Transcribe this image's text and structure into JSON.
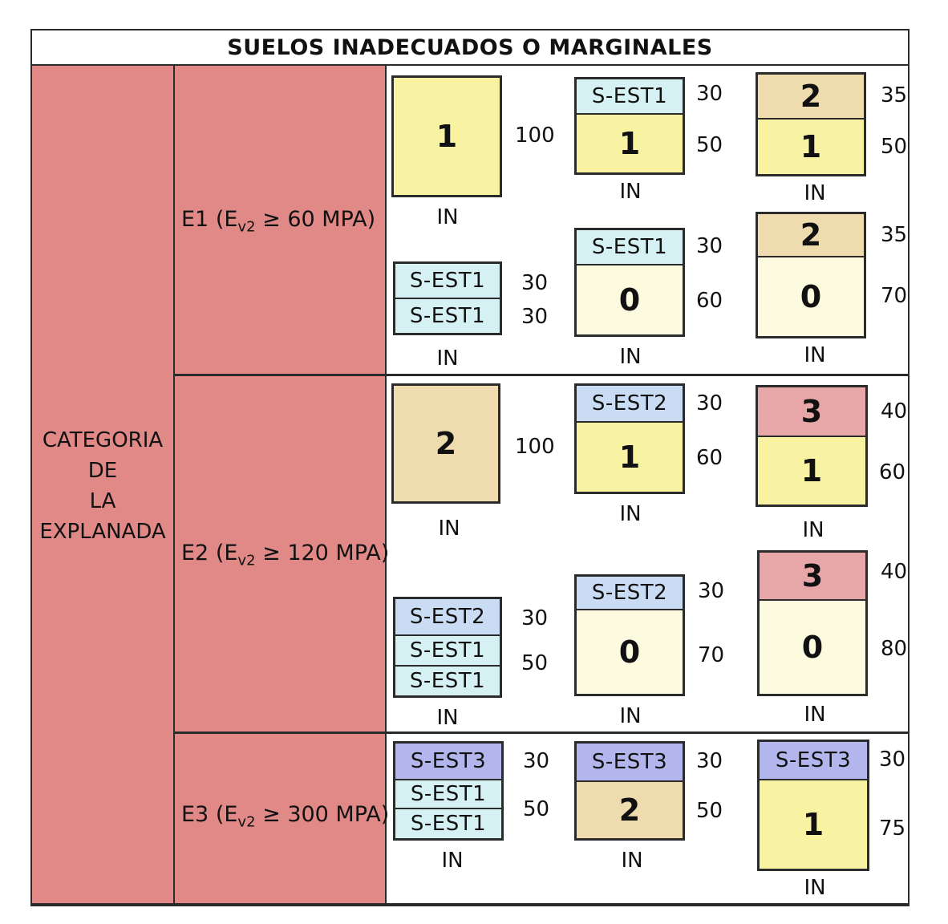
{
  "title": "SUELOS INADECUADOS O MARGINALES",
  "category_label": [
    "CATEGORIA",
    "DE",
    "LA",
    "EXPLANADA"
  ],
  "colors": {
    "category_bg": "#e08987",
    "soil_0": "#fcfbe0",
    "soil_1": "#f8f3a2",
    "soil_2": "#efdcae",
    "soil_3": "#e7a6a8",
    "s_est1": "#d6f1f3",
    "s_est2": "#c9dcf4",
    "s_est3": "#b3b6ec"
  },
  "rows": [
    {
      "label_pre": "E1 (E",
      "label_sub": "v2",
      "label_post": " ≥ 60 MPA)",
      "sections": [
        {
          "layers": [
            {
              "text": "1",
              "thickness": "100"
            }
          ],
          "base": "IN"
        },
        {
          "layers": [
            {
              "text": "S-EST1",
              "thickness": "30"
            },
            {
              "text": "1",
              "thickness": "50"
            }
          ],
          "base": "IN"
        },
        {
          "layers": [
            {
              "text": "2",
              "thickness": "35"
            },
            {
              "text": "1",
              "thickness": "50"
            }
          ],
          "base": "IN"
        },
        {
          "layers": [
            {
              "text": "S-EST1",
              "thickness": "30"
            },
            {
              "text": "S-EST1",
              "thickness": "30"
            }
          ],
          "base": "IN"
        },
        {
          "layers": [
            {
              "text": "S-EST1",
              "thickness": "30"
            },
            {
              "text": "0",
              "thickness": "60"
            }
          ],
          "base": "IN"
        },
        {
          "layers": [
            {
              "text": "2",
              "thickness": "35"
            },
            {
              "text": "0",
              "thickness": "70"
            }
          ],
          "base": "IN"
        }
      ]
    },
    {
      "label_pre": "E2 (E",
      "label_sub": "v2",
      "label_post": " ≥ 120 MPA)",
      "sections": [
        {
          "layers": [
            {
              "text": "2",
              "thickness": "100"
            }
          ],
          "base": "IN"
        },
        {
          "layers": [
            {
              "text": "S-EST2",
              "thickness": "30"
            },
            {
              "text": "1",
              "thickness": "60"
            }
          ],
          "base": "IN"
        },
        {
          "layers": [
            {
              "text": "3",
              "thickness": "40"
            },
            {
              "text": "1",
              "thickness": "60"
            }
          ],
          "base": "IN"
        },
        {
          "layers": [
            {
              "text": "S-EST2",
              "thickness": "30"
            },
            {
              "text": "S-EST1",
              "thickness": "50"
            },
            {
              "text": "S-EST1",
              "thickness": ""
            }
          ],
          "base": "IN"
        },
        {
          "layers": [
            {
              "text": "S-EST2",
              "thickness": "30"
            },
            {
              "text": "0",
              "thickness": "70"
            }
          ],
          "base": "IN"
        },
        {
          "layers": [
            {
              "text": "3",
              "thickness": "40"
            },
            {
              "text": "0",
              "thickness": "80"
            }
          ],
          "base": "IN"
        }
      ]
    },
    {
      "label_pre": "E3 (E",
      "label_sub": "v2",
      "label_post": " ≥ 300 MPA)",
      "sections": [
        {
          "layers": [
            {
              "text": "S-EST3",
              "thickness": "30"
            },
            {
              "text": "S-EST1",
              "thickness": "50"
            },
            {
              "text": "S-EST1",
              "thickness": ""
            }
          ],
          "base": "IN"
        },
        {
          "layers": [
            {
              "text": "S-EST3",
              "thickness": "30"
            },
            {
              "text": "2",
              "thickness": "50"
            }
          ],
          "base": "IN"
        },
        {
          "layers": [
            {
              "text": "S-EST3",
              "thickness": "30"
            },
            {
              "text": "1",
              "thickness": "75"
            }
          ],
          "base": "IN"
        }
      ]
    }
  ]
}
